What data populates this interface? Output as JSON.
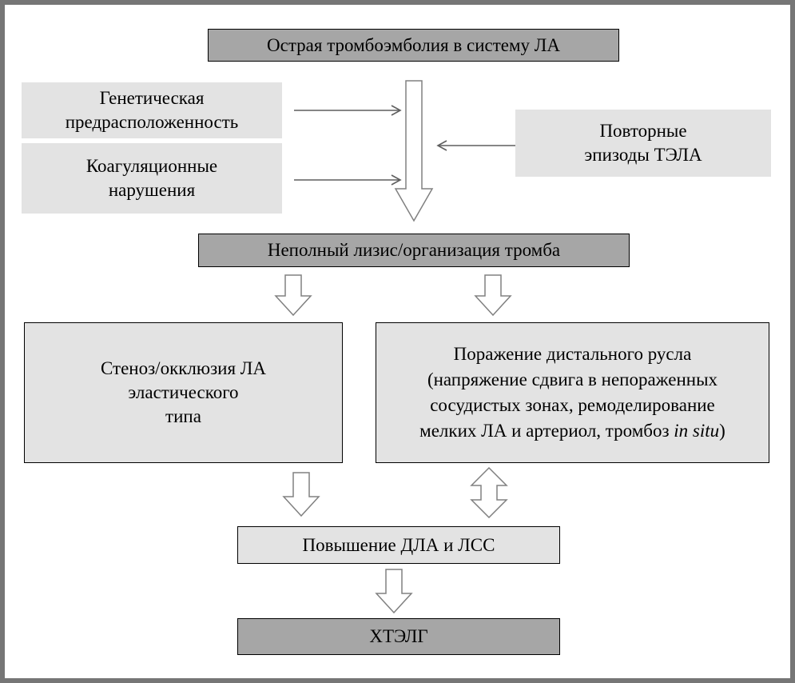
{
  "boxes": {
    "acute": {
      "label": "Острая тромбоэмболия в систему ЛА"
    },
    "genetic": {
      "line1": "Генетическая",
      "line2": "предрасположенность"
    },
    "coagulation": {
      "line1": "Коагуляционные",
      "line2": "нарушения"
    },
    "recurrent": {
      "line1": "Повторные",
      "line2": "эпизоды ТЭЛА"
    },
    "lysis": {
      "label": "Неполный лизис/организация тромба"
    },
    "stenosis": {
      "line1": "Стеноз/окклюзия ЛА",
      "line2": "эластического",
      "line3": "типа"
    },
    "distal": {
      "line1": "Поражение дистального русла",
      "line2": "(напряжение сдвига в непораженных",
      "line3": "сосудистых зонах, ремоделирование",
      "line4_text": "мелких ЛА и артериол, тромбоз",
      "line4_italic": "in situ",
      "line4_close": ")"
    },
    "pressure": {
      "label": "Повышение ДЛА и ЛСС"
    },
    "outcome": {
      "label": "ХТЭЛГ"
    }
  },
  "colors": {
    "dark_box_fill": "#a6a6a6",
    "light_box_fill": "#e3e3e3",
    "box_border": "#000000",
    "hollow_arrow_outline": "#808080",
    "thin_arrow_color": "#5f5f5f",
    "frame_border": "#767676"
  }
}
